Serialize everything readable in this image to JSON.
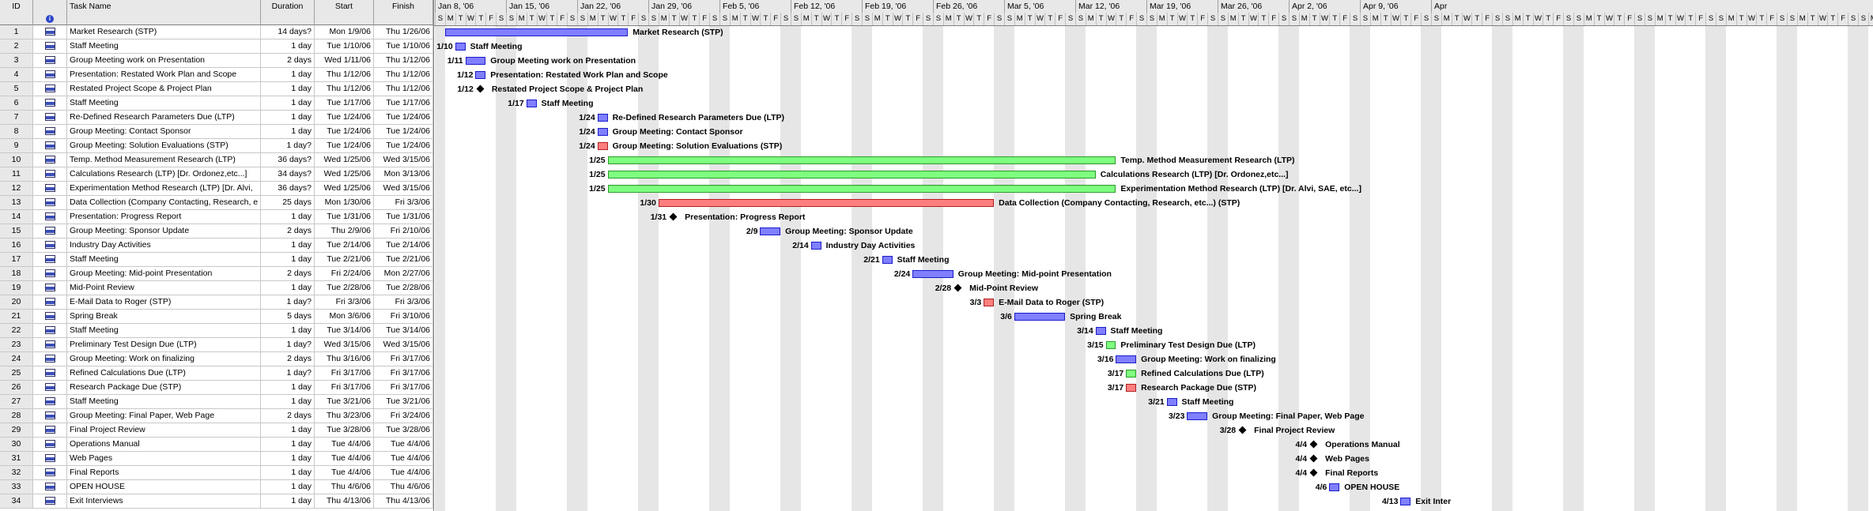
{
  "columns": {
    "id": "ID",
    "name": "Task Name",
    "duration": "Duration",
    "start": "Start",
    "finish": "Finish"
  },
  "timescale": {
    "weeks": [
      "Jan 8, '06",
      "Jan 15, '06",
      "Jan 22, '06",
      "Jan 29, '06",
      "Feb 5, '06",
      "Feb 12, '06",
      "Feb 19, '06",
      "Feb 26, '06",
      "Mar 5, '06",
      "Mar 12, '06",
      "Mar 19, '06",
      "Mar 26, '06",
      "Apr 2, '06",
      "Apr 9, '06",
      "Apr"
    ],
    "day_letters": [
      "S",
      "M",
      "T",
      "W",
      "T",
      "F",
      "S"
    ]
  },
  "colors": {
    "blue": "#7f7fff",
    "green": "#7fff7f",
    "red": "#ff7f7f",
    "grid": "#e8e8e8"
  },
  "tasks": [
    {
      "id": "1",
      "name": "Market Research (STP)",
      "duration": "14 days?",
      "start": "Mon 1/9/06",
      "finish": "Thu 1/26/06",
      "s": 1,
      "e": 19,
      "color": "blue",
      "date": "",
      "label": "Market Research (STP)"
    },
    {
      "id": "2",
      "name": "Staff Meeting",
      "duration": "1 day",
      "start": "Tue 1/10/06",
      "finish": "Tue 1/10/06",
      "s": 2,
      "e": 3,
      "color": "blue",
      "date": "1/10",
      "label": "Staff Meeting"
    },
    {
      "id": "3",
      "name": "Group Meeting work on Presentation",
      "duration": "2 days",
      "start": "Wed 1/11/06",
      "finish": "Thu 1/12/06",
      "s": 3,
      "e": 5,
      "color": "blue",
      "date": "1/11",
      "label": "Group Meeting work on Presentation"
    },
    {
      "id": "4",
      "name": "Presentation: Restated Work Plan and Scope",
      "duration": "1 day",
      "start": "Thu 1/12/06",
      "finish": "Thu 1/12/06",
      "s": 4,
      "e": 5,
      "color": "blue",
      "date": "1/12",
      "label": "Presentation: Restated Work Plan and Scope"
    },
    {
      "id": "5",
      "name": "Restated Project Scope & Project Plan",
      "duration": "1 day",
      "start": "Thu 1/12/06",
      "finish": "Thu 1/12/06",
      "s": 4,
      "e": 4,
      "color": "ms",
      "date": "1/12",
      "label": "Restated Project Scope & Project Plan"
    },
    {
      "id": "6",
      "name": "Staff Meeting",
      "duration": "1 day",
      "start": "Tue 1/17/06",
      "finish": "Tue 1/17/06",
      "s": 9,
      "e": 10,
      "color": "blue",
      "date": "1/17",
      "label": "Staff Meeting"
    },
    {
      "id": "7",
      "name": "Re-Defined  Research Parameters Due (LTP)",
      "duration": "1 day",
      "start": "Tue 1/24/06",
      "finish": "Tue 1/24/06",
      "s": 16,
      "e": 17,
      "color": "blue",
      "date": "1/24",
      "label": "Re-Defined  Research Parameters Due (LTP)"
    },
    {
      "id": "8",
      "name": "Group Meeting: Contact Sponsor",
      "duration": "1 day",
      "start": "Tue 1/24/06",
      "finish": "Tue 1/24/06",
      "s": 16,
      "e": 17,
      "color": "blue",
      "date": "1/24",
      "label": "Group Meeting: Contact Sponsor"
    },
    {
      "id": "9",
      "name": "Group Meeting: Solution Evaluations (STP)",
      "duration": "1 day?",
      "start": "Tue 1/24/06",
      "finish": "Tue 1/24/06",
      "s": 16,
      "e": 17,
      "color": "red",
      "date": "1/24",
      "label": "Group Meeting: Solution Evaluations (STP)"
    },
    {
      "id": "10",
      "name": "Temp. Method Measurement Research (LTP)",
      "duration": "36 days?",
      "start": "Wed 1/25/06",
      "finish": "Wed 3/15/06",
      "s": 17,
      "e": 67,
      "color": "green",
      "date": "1/25",
      "label": "Temp. Method Measurement Research (LTP)"
    },
    {
      "id": "11",
      "name": "Calculations Research (LTP) [Dr. Ordonez,etc...]",
      "duration": "34 days?",
      "start": "Wed 1/25/06",
      "finish": "Mon 3/13/06",
      "s": 17,
      "e": 65,
      "color": "green",
      "date": "1/25",
      "label": "Calculations Research (LTP) [Dr. Ordonez,etc...]"
    },
    {
      "id": "12",
      "name": "Experimentation Method Research (LTP) [Dr. Alvi,",
      "duration": "36 days?",
      "start": "Wed 1/25/06",
      "finish": "Wed 3/15/06",
      "s": 17,
      "e": 67,
      "color": "green",
      "date": "1/25",
      "label": "Experimentation Method Research (LTP) [Dr. Alvi, SAE, etc...]"
    },
    {
      "id": "13",
      "name": "Data Collection (Company Contacting, Research, e",
      "duration": "25 days",
      "start": "Mon 1/30/06",
      "finish": "Fri 3/3/06",
      "s": 22,
      "e": 55,
      "color": "red",
      "date": "1/30",
      "label": "Data Collection (Company Contacting, Research, etc...) (STP)"
    },
    {
      "id": "14",
      "name": "Presentation: Progress Report",
      "duration": "1 day",
      "start": "Tue 1/31/06",
      "finish": "Tue 1/31/06",
      "s": 23,
      "e": 23,
      "color": "ms",
      "date": "1/31",
      "label": "Presentation: Progress Report"
    },
    {
      "id": "15",
      "name": "Group Meeting: Sponsor Update",
      "duration": "2 days",
      "start": "Thu 2/9/06",
      "finish": "Fri 2/10/06",
      "s": 32,
      "e": 34,
      "color": "blue",
      "date": "2/9",
      "label": "Group Meeting: Sponsor Update"
    },
    {
      "id": "16",
      "name": "Industry Day Activities",
      "duration": "1 day",
      "start": "Tue 2/14/06",
      "finish": "Tue 2/14/06",
      "s": 37,
      "e": 38,
      "color": "blue",
      "date": "2/14",
      "label": "Industry Day Activities"
    },
    {
      "id": "17",
      "name": "Staff Meeting",
      "duration": "1 day",
      "start": "Tue 2/21/06",
      "finish": "Tue 2/21/06",
      "s": 44,
      "e": 45,
      "color": "blue",
      "date": "2/21",
      "label": "Staff Meeting"
    },
    {
      "id": "18",
      "name": "Group Meeting: Mid-point Presentation",
      "duration": "2 days",
      "start": "Fri 2/24/06",
      "finish": "Mon 2/27/06",
      "s": 47,
      "e": 51,
      "color": "blue",
      "date": "2/24",
      "label": "Group Meeting: Mid-point Presentation"
    },
    {
      "id": "19",
      "name": "Mid-Point Review",
      "duration": "1 day",
      "start": "Tue 2/28/06",
      "finish": "Tue 2/28/06",
      "s": 51,
      "e": 51,
      "color": "ms",
      "date": "2/28",
      "label": "Mid-Point Review"
    },
    {
      "id": "20",
      "name": "E-Mail Data to Roger (STP)",
      "duration": "1 day?",
      "start": "Fri 3/3/06",
      "finish": "Fri 3/3/06",
      "s": 54,
      "e": 55,
      "color": "red",
      "date": "3/3",
      "label": "E-Mail Data to Roger (STP)"
    },
    {
      "id": "21",
      "name": "Spring Break",
      "duration": "5 days",
      "start": "Mon 3/6/06",
      "finish": "Fri 3/10/06",
      "s": 57,
      "e": 62,
      "color": "blue",
      "date": "3/6",
      "label": "Spring Break"
    },
    {
      "id": "22",
      "name": "Staff Meeting",
      "duration": "1 day",
      "start": "Tue 3/14/06",
      "finish": "Tue 3/14/06",
      "s": 65,
      "e": 66,
      "color": "blue",
      "date": "3/14",
      "label": "Staff Meeting"
    },
    {
      "id": "23",
      "name": "Preliminary Test Design Due (LTP)",
      "duration": "1 day?",
      "start": "Wed 3/15/06",
      "finish": "Wed 3/15/06",
      "s": 66,
      "e": 67,
      "color": "green",
      "date": "3/15",
      "label": "Preliminary Test Design Due (LTP)"
    },
    {
      "id": "24",
      "name": "Group Meeting: Work on finalizing",
      "duration": "2 days",
      "start": "Thu 3/16/06",
      "finish": "Fri 3/17/06",
      "s": 67,
      "e": 69,
      "color": "blue",
      "date": "3/16",
      "label": "Group Meeting: Work on finalizing"
    },
    {
      "id": "25",
      "name": "Refined Calculations Due (LTP)",
      "duration": "1 day?",
      "start": "Fri 3/17/06",
      "finish": "Fri 3/17/06",
      "s": 68,
      "e": 69,
      "color": "green",
      "date": "3/17",
      "label": "Refined Calculations Due (LTP)"
    },
    {
      "id": "26",
      "name": "Research Package Due (STP)",
      "duration": "1 day",
      "start": "Fri 3/17/06",
      "finish": "Fri 3/17/06",
      "s": 68,
      "e": 69,
      "color": "red",
      "date": "3/17",
      "label": "Research Package Due (STP)"
    },
    {
      "id": "27",
      "name": "Staff Meeting",
      "duration": "1 day",
      "start": "Tue 3/21/06",
      "finish": "Tue 3/21/06",
      "s": 72,
      "e": 73,
      "color": "blue",
      "date": "3/21",
      "label": "Staff Meeting"
    },
    {
      "id": "28",
      "name": "Group Meeting: Final Paper, Web Page",
      "duration": "2 days",
      "start": "Thu 3/23/06",
      "finish": "Fri 3/24/06",
      "s": 74,
      "e": 76,
      "color": "blue",
      "date": "3/23",
      "label": "Group Meeting: Final Paper, Web Page"
    },
    {
      "id": "29",
      "name": "Final Project Review",
      "duration": "1 day",
      "start": "Tue 3/28/06",
      "finish": "Tue 3/28/06",
      "s": 79,
      "e": 79,
      "color": "ms",
      "date": "3/28",
      "label": "Final Project Review"
    },
    {
      "id": "30",
      "name": "Operations Manual",
      "duration": "1 day",
      "start": "Tue 4/4/06",
      "finish": "Tue 4/4/06",
      "s": 86,
      "e": 86,
      "color": "ms",
      "date": "4/4",
      "label": "Operations Manual"
    },
    {
      "id": "31",
      "name": "Web Pages",
      "duration": "1 day",
      "start": "Tue 4/4/06",
      "finish": "Tue 4/4/06",
      "s": 86,
      "e": 86,
      "color": "ms",
      "date": "4/4",
      "label": "Web Pages"
    },
    {
      "id": "32",
      "name": "Final Reports",
      "duration": "1 day",
      "start": "Tue 4/4/06",
      "finish": "Tue 4/4/06",
      "s": 86,
      "e": 86,
      "color": "ms",
      "date": "4/4",
      "label": "Final Reports"
    },
    {
      "id": "33",
      "name": "OPEN HOUSE",
      "duration": "1 day",
      "start": "Thu 4/6/06",
      "finish": "Thu 4/6/06",
      "s": 88,
      "e": 89,
      "color": "blue",
      "date": "4/6",
      "label": "OPEN HOUSE"
    },
    {
      "id": "34",
      "name": "Exit Interviews",
      "duration": "1 day",
      "start": "Thu 4/13/06",
      "finish": "Thu 4/13/06",
      "s": 95,
      "e": 96,
      "color": "blue",
      "date": "4/13",
      "label": "Exit Inter"
    }
  ]
}
